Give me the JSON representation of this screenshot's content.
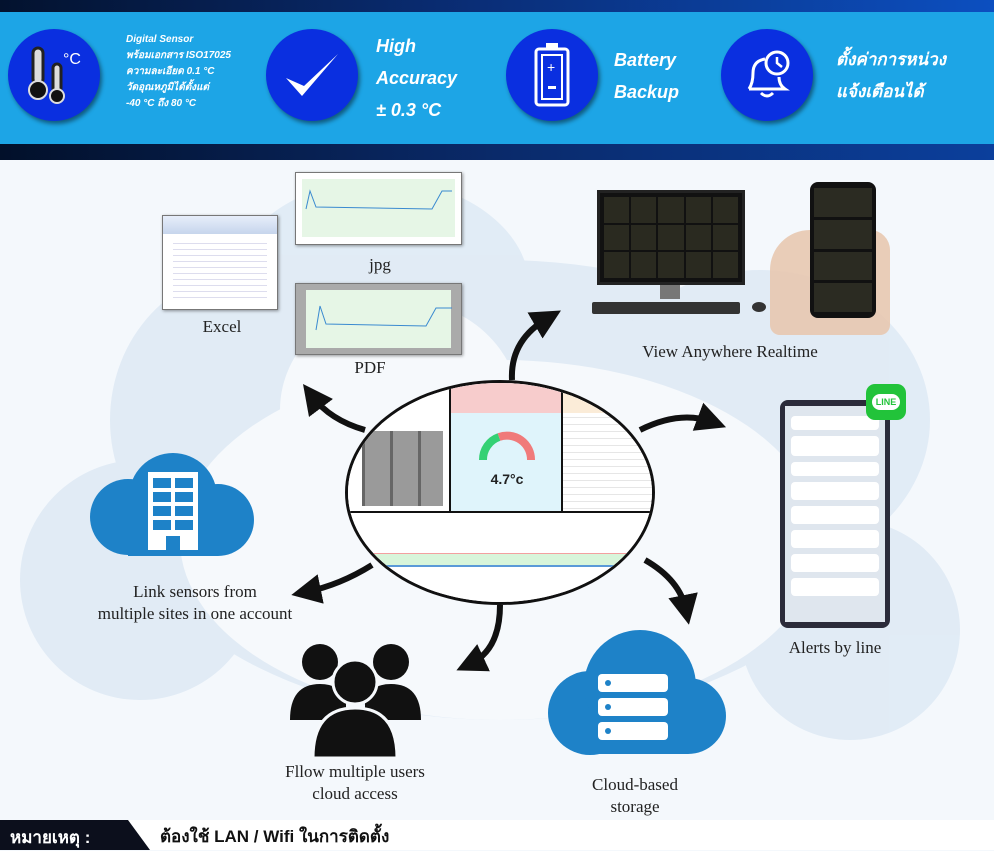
{
  "banner": {
    "features": [
      {
        "icon": "thermometer-icon",
        "unit": "°C",
        "lines": [
          "Digital Sensor",
          "พร้อมเอกสาร ISO17025",
          "ความละเอียด 0.1 °C",
          "วัดอุณหภูมิได้ตั้งแต่",
          "-40 °C ถึง 80 °C"
        ]
      },
      {
        "icon": "checkmark-icon",
        "lines": [
          "High",
          "Accuracy",
          "± 0.3 °C"
        ]
      },
      {
        "icon": "battery-icon",
        "lines": [
          "Battery",
          "Backup"
        ]
      },
      {
        "icon": "bell-clock-icon",
        "lines": [
          "ตั้งค่าการหน่วง",
          "แจ้งเตือนได้"
        ]
      }
    ]
  },
  "diagram": {
    "excel_label": "Excel",
    "jpg_label": "jpg",
    "pdf_label": "PDF",
    "view_label": "View Anywhere Realtime",
    "alerts_label": "Alerts by line",
    "line_badge": "LINE",
    "link_label": [
      "Link sensors from",
      "multiple sites in one account"
    ],
    "users_label": [
      "Fllow multiple users",
      "cloud access"
    ],
    "storage_label": [
      "Cloud-based",
      "storage"
    ],
    "dashboard_reading": "4.7°c",
    "colors": {
      "banner": "#1da5e6",
      "circle": "#0a2fe0",
      "cloud": "#1e82c8",
      "line_green": "#22c33a"
    }
  },
  "footer": {
    "tag": "หมายเหตุ :",
    "note": "ต้องใช้ LAN / Wifi ในการติดตั้ง"
  }
}
